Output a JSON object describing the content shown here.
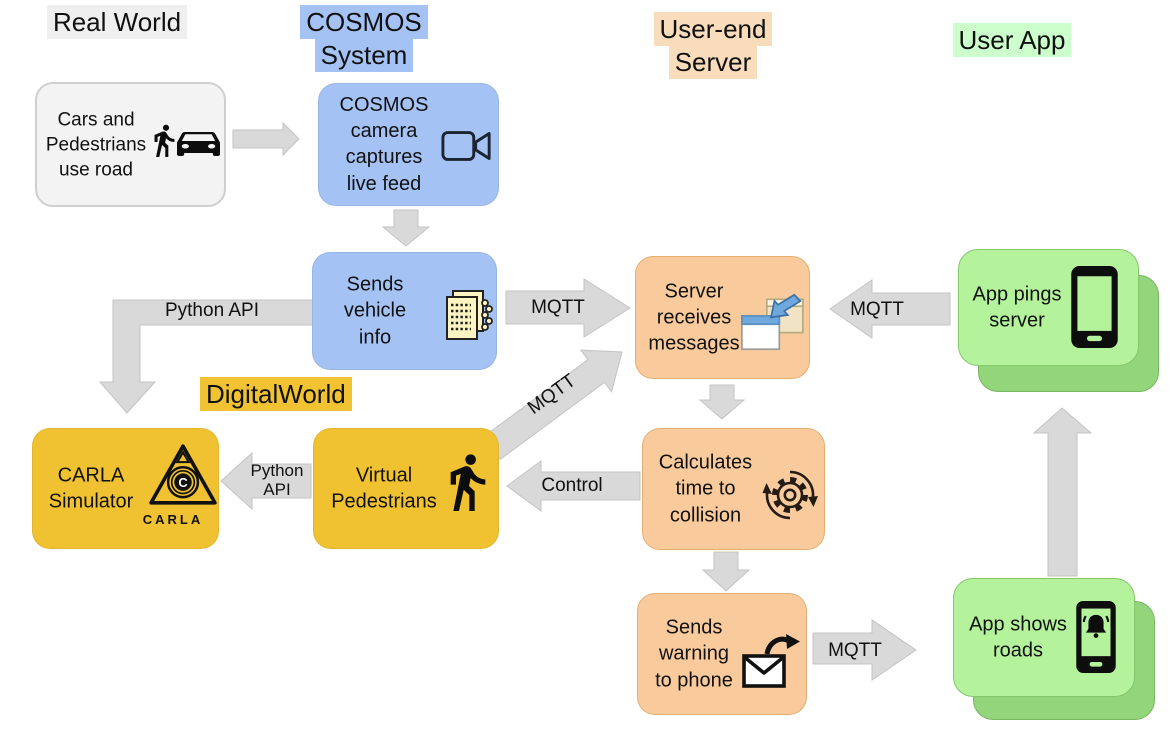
{
  "columns": [
    {
      "label": "Real World",
      "highlight": "#efefef"
    },
    {
      "label": "COSMOS System",
      "highlight": "#a4c2f4"
    },
    {
      "label": "User-end Server",
      "highlight": "#f9dcbb"
    },
    {
      "label": "User App",
      "highlight": "#ccffcc"
    }
  ],
  "section_label": {
    "text": "DigitalWorld",
    "highlight": "#f1c232"
  },
  "nodes": [
    {
      "id": "cars-pedestrians",
      "label": "Cars and Pedestrians use road",
      "icons": [
        "pedestrian-icon",
        "car-icon"
      ],
      "color": "#f3f3f3"
    },
    {
      "id": "cosmos-camera",
      "label": "COSMOS camera captures live feed",
      "icons": [
        "video-camera-icon"
      ],
      "color": "#a4c2f4"
    },
    {
      "id": "sends-vehicle-info",
      "label": "Sends vehicle info",
      "icons": [
        "vehicle-data-document-icon"
      ],
      "color": "#a4c2f4"
    },
    {
      "id": "server-receives-messages",
      "label": "Server receives messages",
      "icons": [
        "incoming-message-icon"
      ],
      "color": "#f9cb9c"
    },
    {
      "id": "app-pings-server",
      "label": "App pings server",
      "icons": [
        "smartphone-icon"
      ],
      "color": "#b4f29c"
    },
    {
      "id": "carla-simulator",
      "label": "CARLA Simulator",
      "icons": [
        "carla-logo"
      ],
      "logo_letter": "C",
      "logo_text": "CARLA",
      "color": "#f0c232"
    },
    {
      "id": "virtual-pedestrians",
      "label": "Virtual Pedestrians",
      "icons": [
        "walking-person-icon"
      ],
      "color": "#f0c232"
    },
    {
      "id": "calculates-time-to-collision",
      "label": "Calculates time to collision",
      "icons": [
        "gear-cycle-icon"
      ],
      "color": "#f9cb9c"
    },
    {
      "id": "sends-warning-to-phone",
      "label": "Sends warning to phone",
      "icons": [
        "send-message-icon"
      ],
      "color": "#f9cb9c"
    },
    {
      "id": "app-shows-roads",
      "label": "App shows roads",
      "icons": [
        "phone-alert-icon"
      ],
      "color": "#b4f29c"
    }
  ],
  "edge_labels": {
    "vehicle_info_to_server": "MQTT",
    "app_to_server": "MQTT",
    "virtual_to_server": "MQTT",
    "vehicle_info_to_carla": "Python API",
    "virtual_to_carla": "Python API",
    "ttc_to_virtual": "Control",
    "warning_to_app": "MQTT"
  },
  "colors": {
    "blue_node": "#a4c2f4",
    "orange_node": "#f9cb9c",
    "yellow_node": "#f0c232",
    "green_node": "#b4f29c",
    "green_node_shadow": "#92d57b",
    "gray_node": "#f3f3f3",
    "arrow_fill": "#d9d9d9",
    "message_arrow_blue": "#6fa8dc"
  }
}
